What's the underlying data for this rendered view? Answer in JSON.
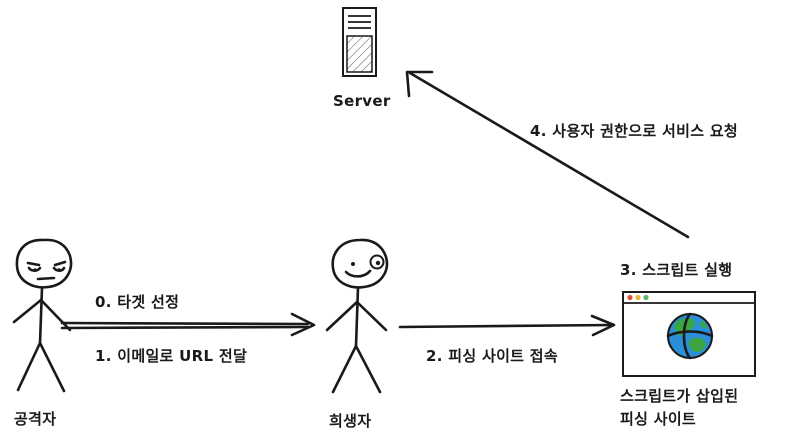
{
  "nodes": {
    "server": "Server",
    "attacker": "공격자",
    "victim": "희생자",
    "phishing_site_line1": "스크립트가 삽입된",
    "phishing_site_line2": "피싱 사이트"
  },
  "edges": {
    "step0": "0. 타겟 선정",
    "step1": "1. 이메일로 URL 전달",
    "step2": "2. 피싱 사이트 접속",
    "step3": "3. 스크립트 실행",
    "step4": "4. 사용자 권한으로 서비스 요청"
  },
  "colors": {
    "ink": "#1a1a1a",
    "globe_blue": "#2a8fd6",
    "globe_green": "#3aa541",
    "dot_red": "#e04b3c",
    "dot_yellow": "#e8b731",
    "dot_green": "#5cb85c"
  }
}
